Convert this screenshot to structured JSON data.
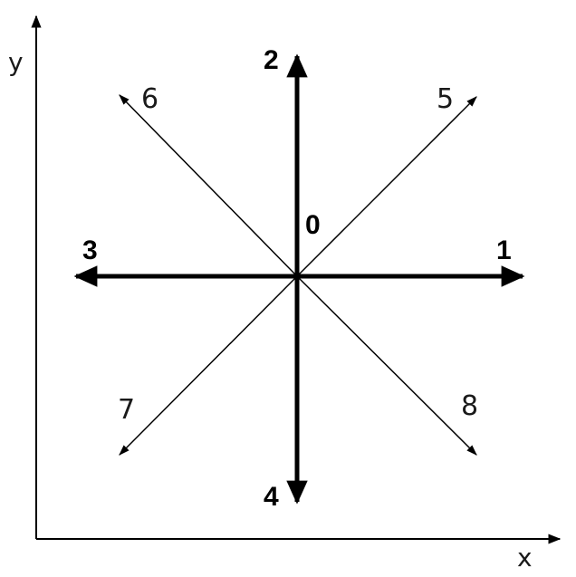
{
  "diagram": {
    "axes": {
      "x_label": "x",
      "y_label": "y"
    },
    "center_label": "0",
    "directions": [
      {
        "id": "1",
        "label": "1",
        "heading": "east"
      },
      {
        "id": "2",
        "label": "2",
        "heading": "north"
      },
      {
        "id": "3",
        "label": "3",
        "heading": "west"
      },
      {
        "id": "4",
        "label": "4",
        "heading": "south"
      },
      {
        "id": "5",
        "label": "5",
        "heading": "north-east"
      },
      {
        "id": "6",
        "label": "6",
        "heading": "north-west"
      },
      {
        "id": "7",
        "label": "7",
        "heading": "south-west"
      },
      {
        "id": "8",
        "label": "8",
        "heading": "south-east"
      }
    ],
    "colors": {
      "ink": "#000000"
    }
  }
}
